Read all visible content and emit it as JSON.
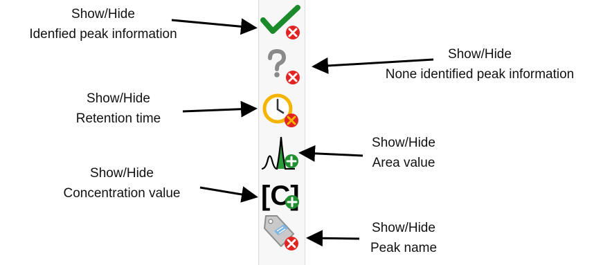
{
  "toolbar": {
    "buttons": [
      {
        "icon": "checkmark-icon",
        "badge": "remove-badge-icon",
        "title": "Show/Hide",
        "desc": "Idenfied peak information"
      },
      {
        "icon": "question-mark-icon",
        "badge": "remove-badge-icon",
        "title": "Show/Hide",
        "desc": "None identified peak information"
      },
      {
        "icon": "clock-icon",
        "badge": "remove-badge-icon",
        "title": "Show/Hide",
        "desc": "Retention time"
      },
      {
        "icon": "peak-area-icon",
        "badge": "add-badge-icon",
        "title": "Show/Hide",
        "desc": "Area value"
      },
      {
        "icon": "concentration-icon",
        "glyph": "[C]",
        "badge": "add-badge-icon",
        "title": "Show/Hide",
        "desc": "Concentration value"
      },
      {
        "icon": "tag-icon",
        "badge": "remove-badge-icon",
        "title": "Show/Hide",
        "desc": "Peak name"
      }
    ]
  },
  "colors": {
    "check_green": "#1a8a2a",
    "remove_red": "#e32222",
    "add_green": "#1f8f2f",
    "clock_ring": "#f5b400",
    "peak_green": "#2a9a3a",
    "arrow": "#000000"
  }
}
